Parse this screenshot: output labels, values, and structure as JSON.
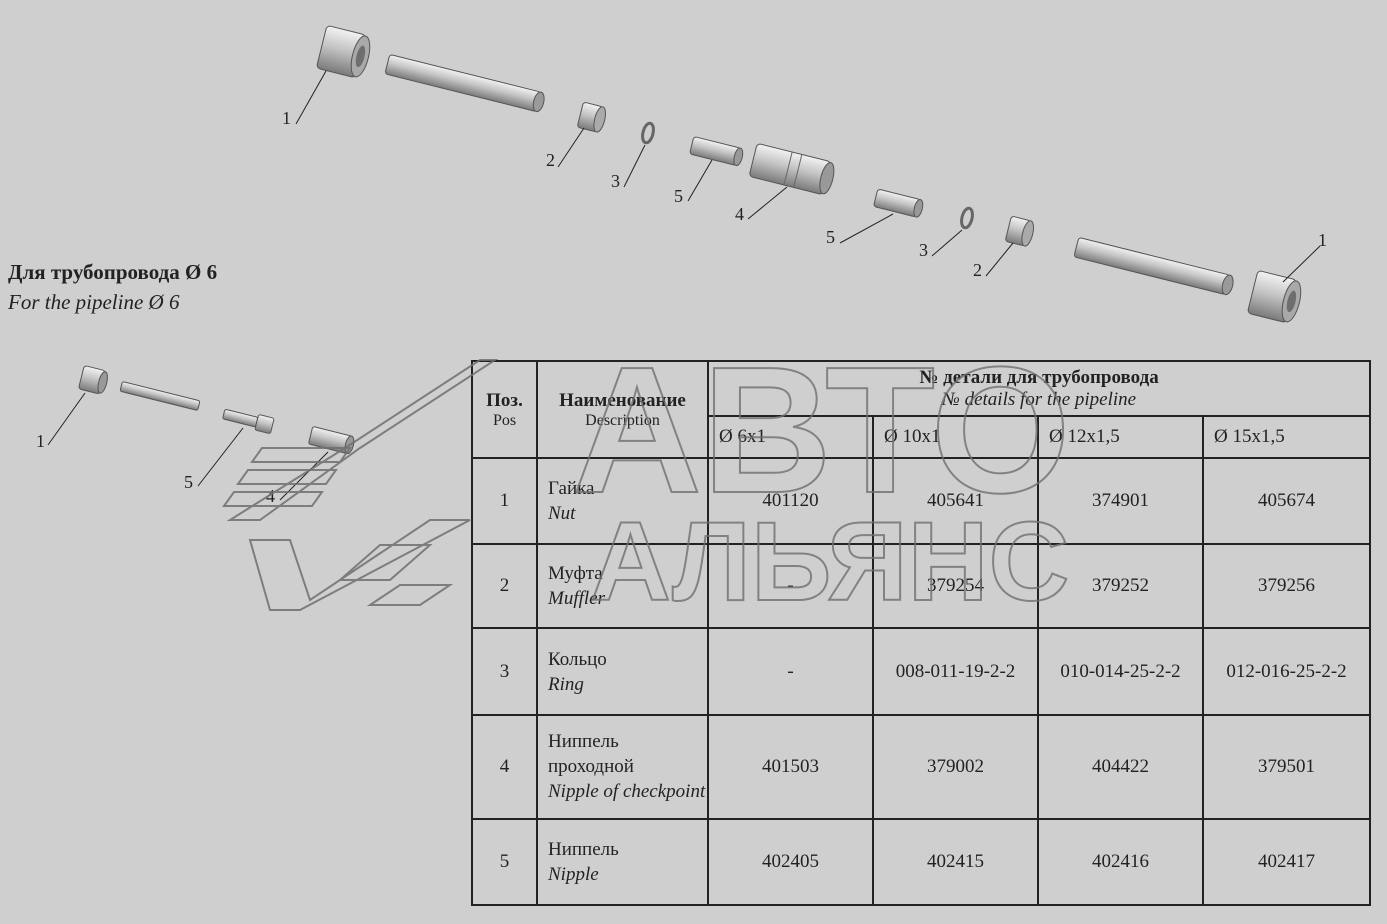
{
  "subtitle": {
    "ru": "Для трубопровода  Ø 6",
    "en": "For the pipeline  Ø 6"
  },
  "callouts": {
    "nut": "1",
    "muffler": "2",
    "ring": "3",
    "nipple_checkpoint": "4",
    "nipple": "5"
  },
  "table": {
    "pos_header": {
      "ru": "Поз.",
      "en": "Pos"
    },
    "name_header": {
      "ru": "Наименование",
      "en": "Description"
    },
    "group_header": {
      "ru": "№  детали для трубопровода",
      "en": "№ details for the pipeline"
    },
    "diameters": [
      "Ø 6x1",
      "Ø 10x1",
      "Ø 12x1,5",
      "Ø 15x1,5"
    ],
    "rows": [
      {
        "pos": "1",
        "name_ru": "Гайка",
        "name_en": "Nut",
        "values": [
          "401120",
          "405641",
          "374901",
          "405674"
        ]
      },
      {
        "pos": "2",
        "name_ru": "Муфта",
        "name_en": "Muffler",
        "values": [
          "-",
          "379254",
          "379252",
          "379256"
        ]
      },
      {
        "pos": "3",
        "name_ru": "Кольцо",
        "name_en": "Ring",
        "values": [
          "-",
          "008-011-19-2-2",
          "010-014-25-2-2",
          "012-016-25-2-2"
        ]
      },
      {
        "pos": "4",
        "name_ru": "Ниппель проходной",
        "name_en": "Nipple of checkpoint",
        "values": [
          "401503",
          "379002",
          "404422",
          "379501"
        ]
      },
      {
        "pos": "5",
        "name_ru": "Ниппель",
        "name_en": "Nipple",
        "values": [
          "402405",
          "402415",
          "402416",
          "402417"
        ]
      }
    ]
  },
  "watermark": {
    "line1": "АВТО",
    "line2": "АЛЬЯНС"
  },
  "colors": {
    "background": "#cfcfcf",
    "part_fill": "#bdbdbd",
    "line": "#222222"
  }
}
